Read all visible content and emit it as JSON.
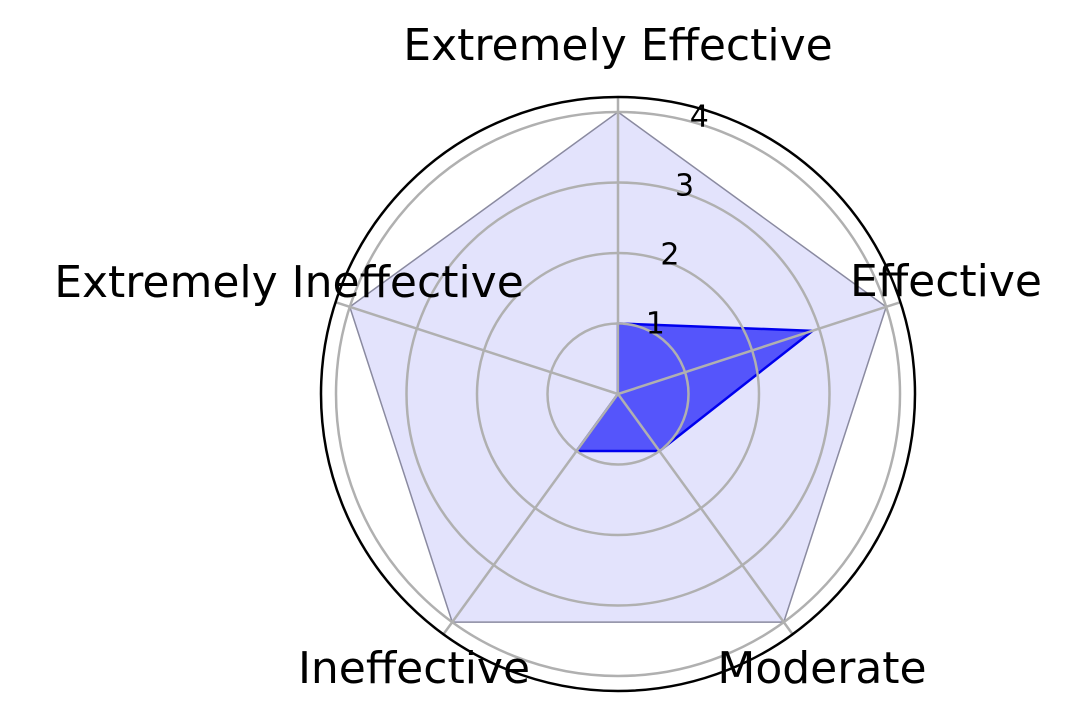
{
  "chart_data": {
    "type": "radar",
    "title": "",
    "categories": [
      "Extremely Effective",
      "Effective",
      "Moderate",
      "Ineffective",
      "Extremely Ineffective"
    ],
    "rlim": [
      0,
      4
    ],
    "radial_ticks": [
      1,
      2,
      3,
      4
    ],
    "radial_tick_labels": [
      "1",
      "2",
      "3",
      "4"
    ],
    "grid": true,
    "series": [
      {
        "values": [
          4,
          4,
          4,
          4,
          4
        ],
        "fill_color": "#e3e3fc",
        "line_color": "#8a8aa0"
      },
      {
        "values": [
          1,
          2.9,
          1,
          1,
          0
        ],
        "fill_color": "#5555fb",
        "line_color": "#0000ee"
      }
    ]
  }
}
